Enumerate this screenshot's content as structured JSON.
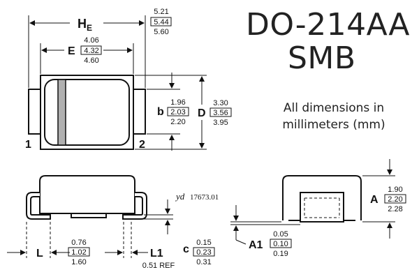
{
  "title": {
    "package": "DO-214AA",
    "name": "SMB",
    "units_note": "All dimensions in millimeters (mm)"
  },
  "dimensions": {
    "HE": {
      "label": "H",
      "sub": "E",
      "min": "5.21",
      "nom": "5.44",
      "max": "5.60"
    },
    "E": {
      "label": "E",
      "min": "4.06",
      "nom": "4.32",
      "max": "4.60"
    },
    "b": {
      "label": "b",
      "min": "1.96",
      "nom": "2.03",
      "max": "2.20"
    },
    "D": {
      "label": "D",
      "min": "3.30",
      "nom": "3.56",
      "max": "3.95"
    },
    "A": {
      "label": "A",
      "min": "1.90",
      "nom": "2.20",
      "max": "2.28"
    },
    "A1": {
      "label": "A1",
      "min": "0.05",
      "nom": "0.10",
      "max": "0.19"
    },
    "L": {
      "label": "L",
      "min": "0.76",
      "nom": "1.02",
      "max": "1.60"
    },
    "L1": {
      "label": "L1",
      "ref": "0.51 REF"
    },
    "c": {
      "label": "c",
      "min": "0.15",
      "nom": "0.23",
      "max": "0.31"
    }
  },
  "pins": {
    "pin1": "1",
    "pin2": "2"
  },
  "marker": {
    "prefix": "yd",
    "code": "17673.01"
  },
  "colors": {
    "line": "#111111",
    "band": "#b0b0b0",
    "box_text": "#111111"
  }
}
